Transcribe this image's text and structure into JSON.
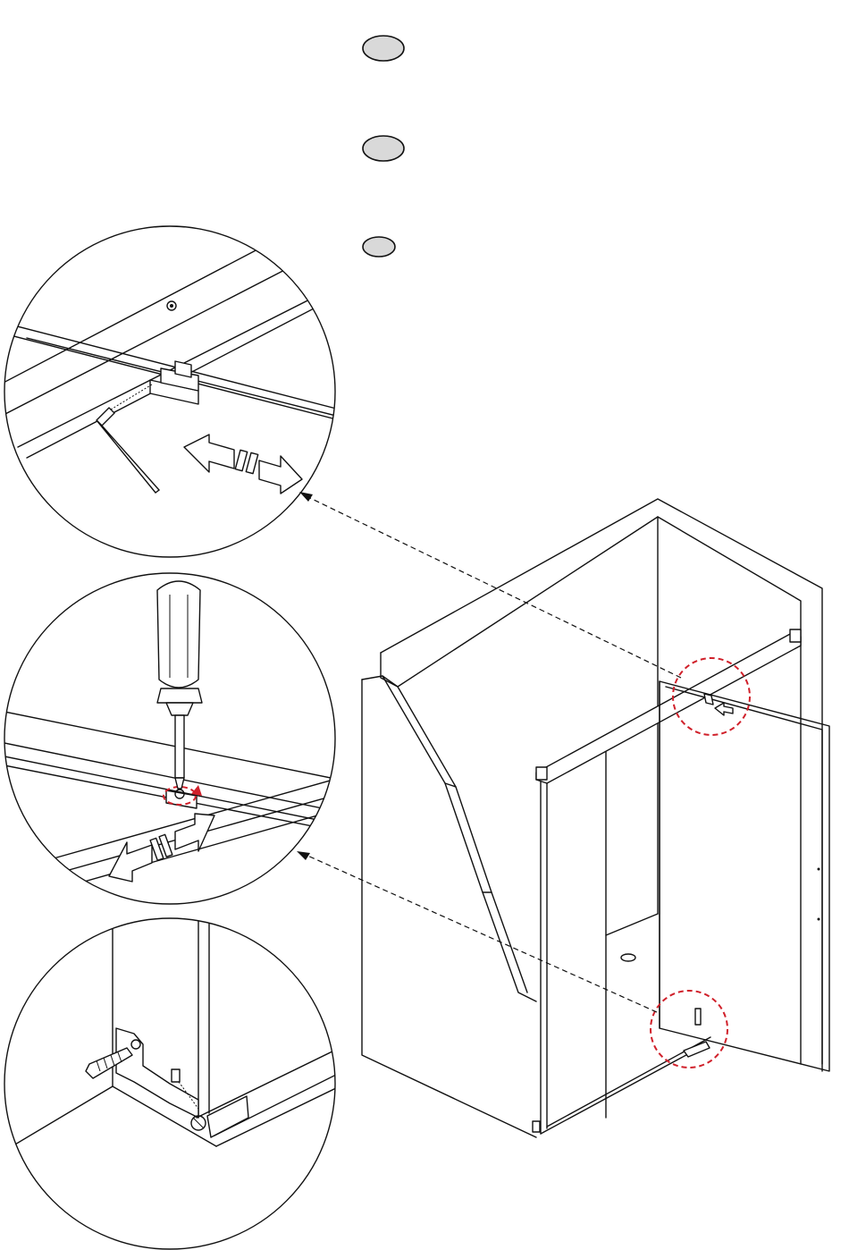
{
  "colors": {
    "line": "#111111",
    "background": "#ffffff",
    "bullet_fill": "#d9d9d9",
    "highlight": "#d0202a"
  },
  "bullets": [
    {
      "name": "step-bullet-1",
      "text": ""
    },
    {
      "name": "step-bullet-2",
      "text": ""
    },
    {
      "name": "step-bullet-3",
      "text": ""
    }
  ],
  "callouts": [
    {
      "name": "detail-circle-top-track",
      "depicts": "hex-key-adjust-track"
    },
    {
      "name": "detail-circle-middle-roller",
      "depicts": "screwdriver-adjust-roller"
    },
    {
      "name": "detail-circle-bottom-bracket",
      "depicts": "wall-bracket-screw"
    }
  ],
  "icons": [
    "hex-key-icon",
    "screwdriver-icon",
    "double-arrow-icon",
    "screw-icon"
  ]
}
